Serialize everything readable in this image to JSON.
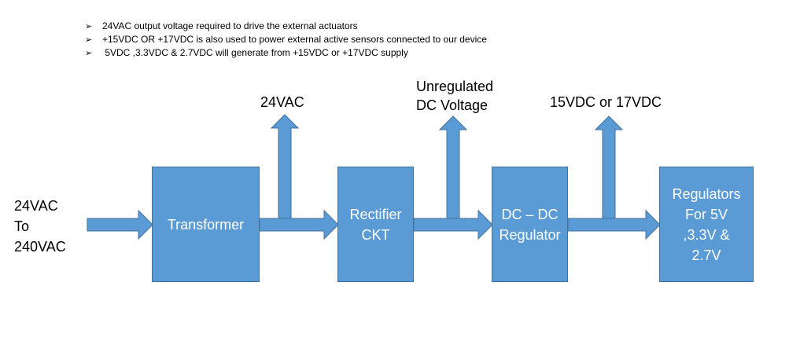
{
  "notes": [
    "24VAC output voltage required to drive the external actuators",
    "+15VDC OR +17VDC is also used to power external  active sensors connected to our device",
    " 5VDC ,3.3VDC & 2.7VDC will generate from +15VDC or +17VDC supply"
  ],
  "bullet_icon": "arrowhead-bullet-icon",
  "input_label": " 24VAC\nTo\n240VAC",
  "blocks": {
    "transformer": "Transformer",
    "rectifier": "Rectifier\nCKT",
    "dcdc": "DC – DC\nRegulator",
    "regulators": "Regulators\nFor 5V\n,3.3V &\n2.7V"
  },
  "outputs": {
    "ac24": "24VAC",
    "unregulated": "Unregulated\nDC Voltage",
    "dc15_17": "15VDC or 17VDC"
  },
  "colors": {
    "block_fill": "#5b9bd5",
    "block_border": "#41719c",
    "text": "#000000",
    "block_text": "#ffffff"
  }
}
